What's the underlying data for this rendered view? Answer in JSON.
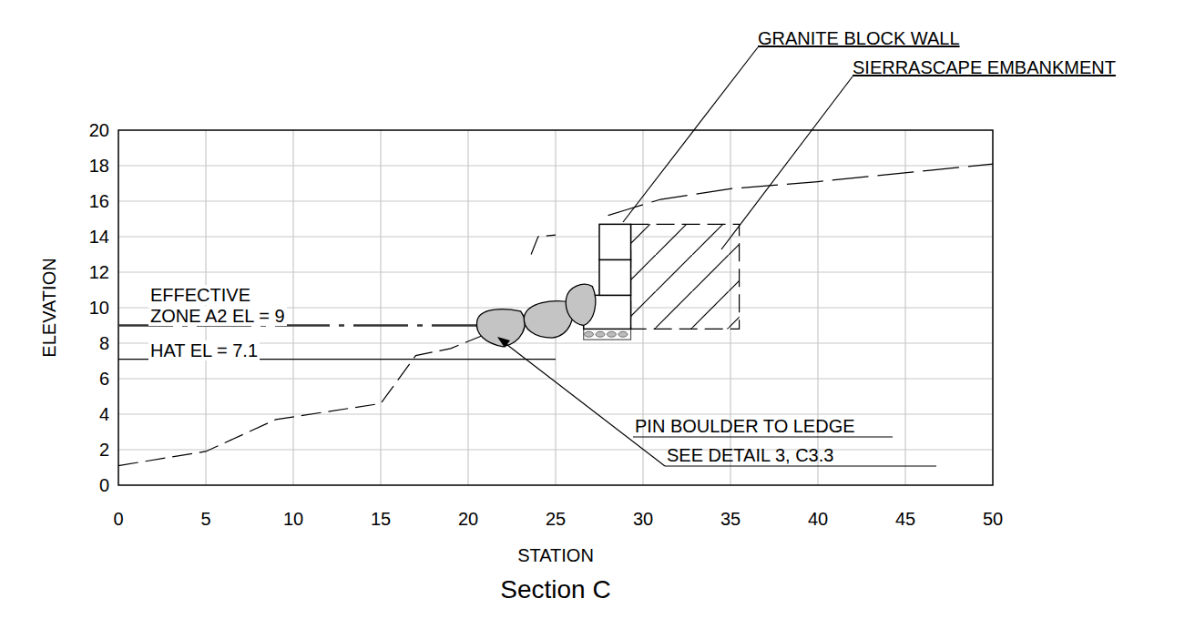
{
  "diagram": {
    "caption": "Section C",
    "labels": [
      "GRANITE BLOCK WALL",
      "SIERRASCAPE EMBANKMENT",
      "20",
      "18",
      "16",
      "14",
      "12",
      "10",
      "8",
      "6",
      "4",
      "2",
      "0",
      "ELEVATION",
      "EFFECTIVE",
      "ZONE A2 EL = 9",
      "HAT EL = 7.1",
      "PIN BOULDER TO LEDGE",
      "SEE DETAIL 3, C3.3",
      "0",
      "5",
      "10",
      "15",
      "20",
      "25",
      "30",
      "35",
      "40",
      "45",
      "50",
      "STATION"
    ]
  }
}
